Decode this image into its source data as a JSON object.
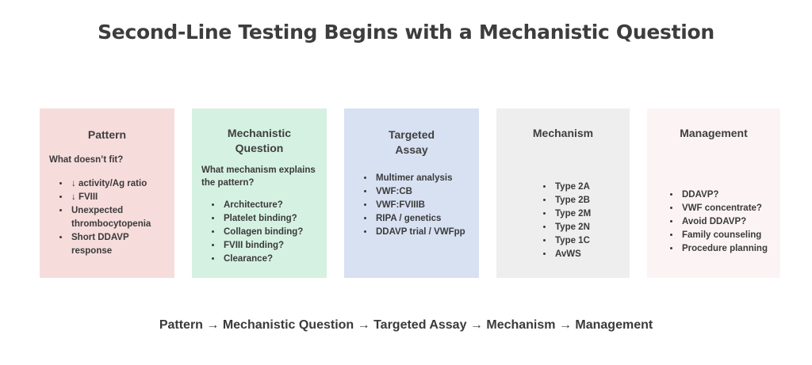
{
  "title": "Second-Line Testing Begins with a Mechanistic Question",
  "cards": [
    {
      "heading": [
        "Pattern"
      ],
      "subheading": "What doesn’t fit?",
      "items": [
        "↓ activity/Ag ratio",
        "↓ FVIII",
        "Unexpected thrombocytopenia",
        "Short DDAVP response"
      ],
      "color": "#f7dcdc"
    },
    {
      "heading": [
        "Mechanistic",
        "Question"
      ],
      "subheading": "What mechanism explains the pattern?",
      "items": [
        "Architecture?",
        "Platelet binding?",
        "Collagen binding?",
        "FVIII binding?",
        "Clearance?"
      ],
      "color": "#d5f1e2"
    },
    {
      "heading": [
        "Targeted",
        "Assay"
      ],
      "subheading": "",
      "items": [
        "Multimer analysis",
        "VWF:CB",
        "VWF:FVIIIB",
        "RIPA / genetics",
        "DDAVP trial / VWFpp"
      ],
      "color": "#d8e1f2"
    },
    {
      "heading": [
        "Mechanism"
      ],
      "subheading": "",
      "items": [
        "Type 2A",
        "Type 2B",
        "Type 2M",
        "Type 2N",
        "Type 1C",
        "AvWS"
      ],
      "color": "#eeeeee"
    },
    {
      "heading": [
        "Management"
      ],
      "subheading": "",
      "items": [
        "DDAVP?",
        "VWF concentrate?",
        "Avoid DDAVP?",
        "Family counseling",
        "Procedure planning"
      ],
      "color": "#fcf4f4"
    }
  ],
  "flow": "Pattern → Mechanistic Question → Targeted Assay → Mechanism → Management"
}
